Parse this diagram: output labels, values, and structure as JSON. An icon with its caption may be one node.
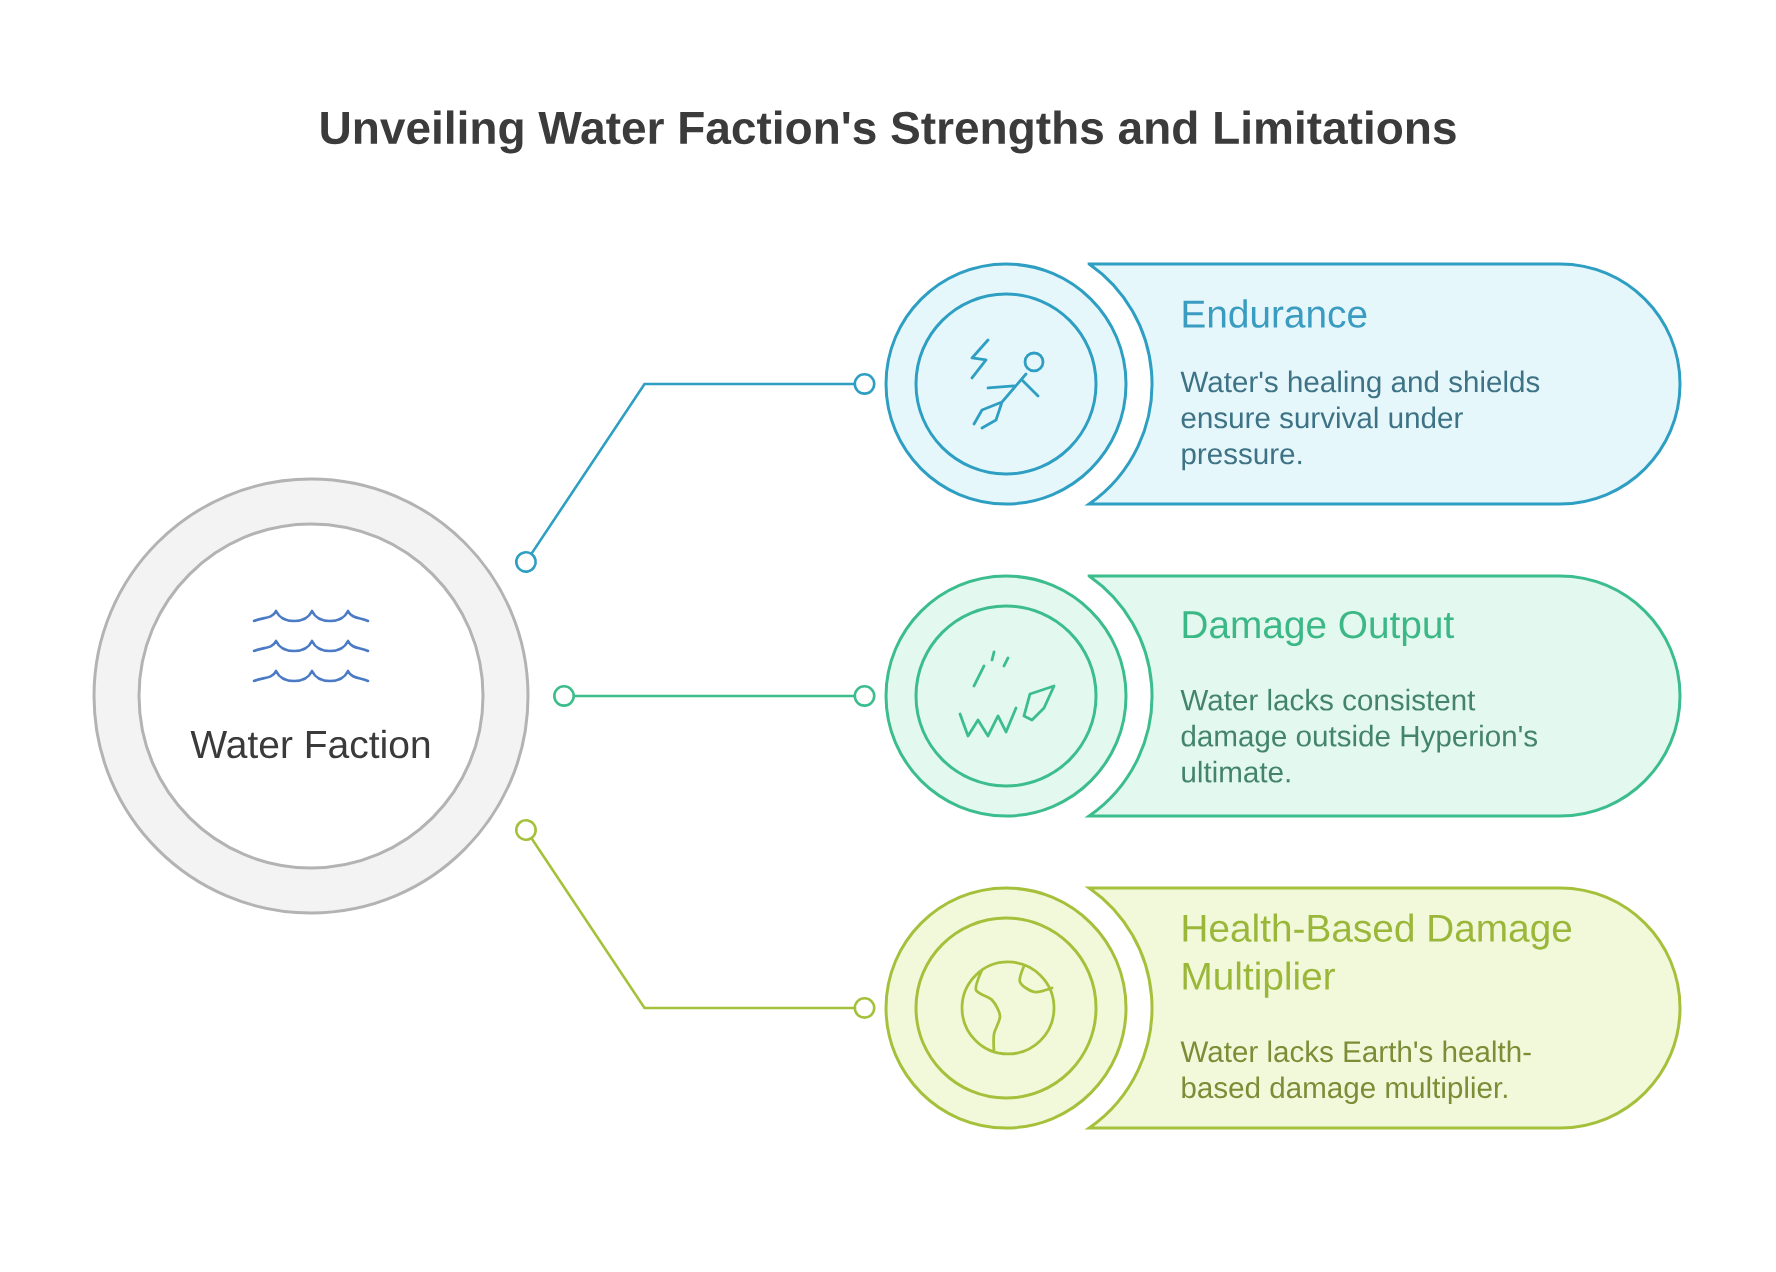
{
  "diagram": {
    "title": "Unveiling Water Faction's Strengths and Limitations",
    "nodes": [
      {
        "text": [
          "Water Faction"
        ]
      },
      {
        "text": [],
        "shape": "circle"
      },
      {
        "text": [
          "Endurance",
          "Water's healing and shields ensure survival under pressure."
        ]
      },
      {
        "text": [],
        "shape": "circle"
      },
      {
        "text": [
          "Damage Output",
          "Water lacks consistent damage outside Hyperion's ultimate."
        ]
      },
      {
        "text": [],
        "shape": "circle"
      },
      {
        "text": [
          "Health-Based Damage Multiplier",
          "Water lacks Earth's health-based damage multiplier."
        ]
      }
    ],
    "edges": [
      {
        "from": 0,
        "to": 1,
        "arrow": "other",
        "color": "#2e9fc2"
      },
      {
        "from": 0,
        "to": 3,
        "arrow": "other",
        "color": "#3cbd8d"
      },
      {
        "from": 0,
        "to": 5,
        "arrow": "other",
        "color": "#a5c13c"
      }
    ]
  }
}
